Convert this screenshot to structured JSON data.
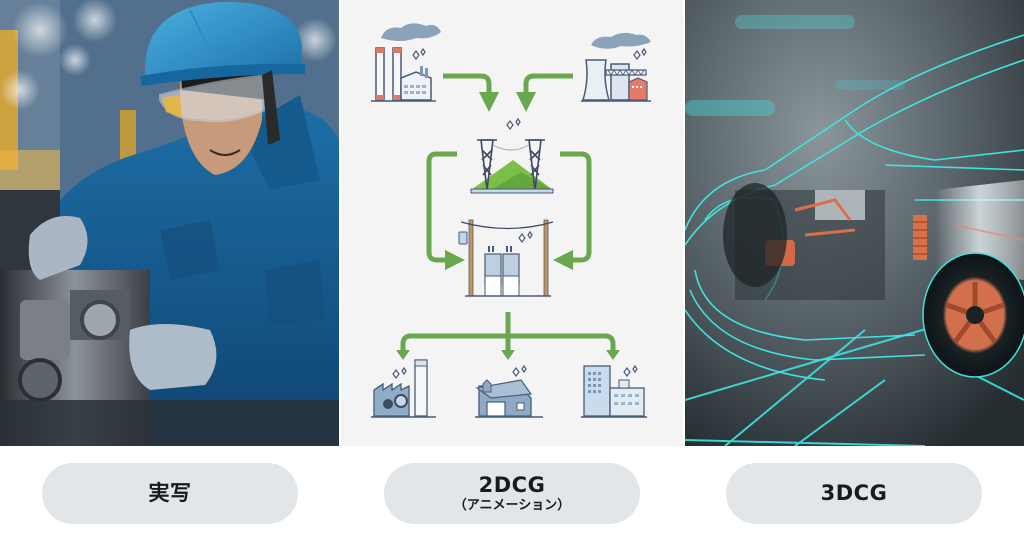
{
  "panels": [
    {
      "id": "photo",
      "caption": "実写",
      "caption_sub": "",
      "image_description": "Photo of a factory worker in a blue hard hat, safety goggles and blue coveralls with grey gloves assembling metal machinery"
    },
    {
      "id": "2dcg",
      "caption": "2DCG",
      "caption_sub": "（アニメーション）",
      "image_description": "Flat illustration of electricity flow: power plants to transmission tower to utility pole transformers to factory, house and office building",
      "diagram": {
        "sources": [
          "thermal-power-plant",
          "nuclear-power-plant"
        ],
        "middle": [
          "transmission-tower",
          "utility-pole-transformer"
        ],
        "destinations": [
          "factory",
          "house",
          "office-building"
        ],
        "arrow_color": "#6aa84f"
      }
    },
    {
      "id": "3dcg",
      "caption": "3DCG",
      "caption_sub": "",
      "image_description": "3D render of a car with cyan wireframe body showing internal chassis, motor and copper-colored wheel and suspension"
    }
  ],
  "colors": {
    "caption_bg": "#e2e6e8",
    "caption_text": "#1a1a1a",
    "diagram_bg": "#f4f4f4",
    "arrow_green": "#6aa84f",
    "wireframe_cyan": "#3fe3e0",
    "accent_orange": "#d9704a"
  }
}
